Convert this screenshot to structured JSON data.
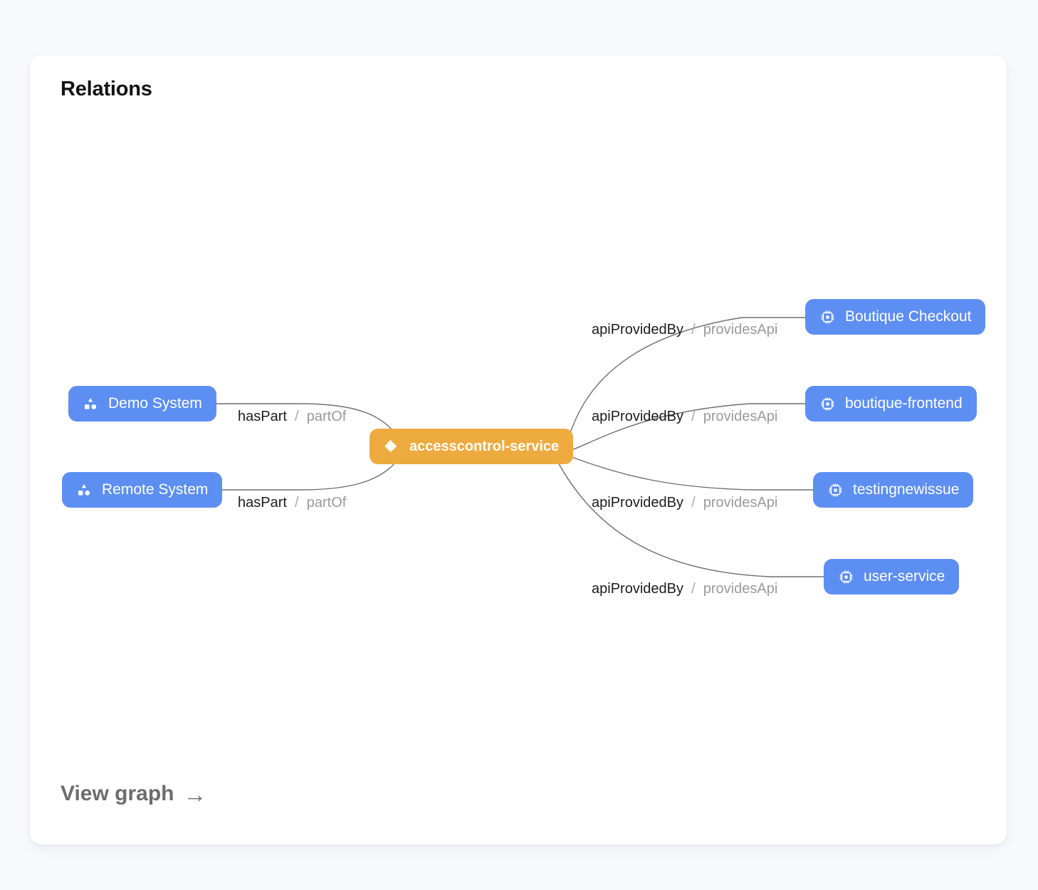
{
  "card": {
    "title": "Relations",
    "footer_link": {
      "label": "View graph",
      "arrow": "→",
      "icon": "arrow-right-icon"
    }
  },
  "colors": {
    "page_background": "#f7f9fc",
    "card_background": "#ffffff",
    "system_node": "#5d8ef2",
    "component_node_primary": "#edab3f",
    "edge_stroke": "#6e6e6e",
    "label_source": "#1c1c1c",
    "label_target": "#9a9a9a"
  },
  "graph": {
    "center_node": {
      "label": "accesscontrol-service",
      "kind": "component",
      "icon": "puzzle-piece-icon",
      "color": "#edab3f"
    },
    "left_nodes": [
      {
        "label": "Demo System",
        "kind": "system",
        "icon": "shapes-icon",
        "color": "#5d8ef2"
      },
      {
        "label": "Remote System",
        "kind": "system",
        "icon": "shapes-icon",
        "color": "#5d8ef2"
      }
    ],
    "right_nodes": [
      {
        "label": "Boutique Checkout",
        "kind": "api",
        "icon": "chip-icon",
        "color": "#5d8ef2"
      },
      {
        "label": "boutique-frontend",
        "kind": "api",
        "icon": "chip-icon",
        "color": "#5d8ef2"
      },
      {
        "label": "testingnewissue",
        "kind": "api",
        "icon": "chip-icon",
        "color": "#5d8ef2"
      },
      {
        "label": "user-service",
        "kind": "api",
        "icon": "chip-icon",
        "color": "#5d8ef2"
      }
    ],
    "edge_labels": [
      {
        "source": "apiProvidedBy",
        "separator": "/",
        "target": "providesApi"
      },
      {
        "source": "hasPart",
        "separator": "/",
        "target": "partOf"
      },
      {
        "source": "apiProvidedBy",
        "separator": "/",
        "target": "providesApi"
      },
      {
        "source": "hasPart",
        "separator": "/",
        "target": "partOf"
      },
      {
        "source": "apiProvidedBy",
        "separator": "/",
        "target": "providesApi"
      },
      {
        "source": "apiProvidedBy",
        "separator": "/",
        "target": "providesApi"
      }
    ]
  }
}
